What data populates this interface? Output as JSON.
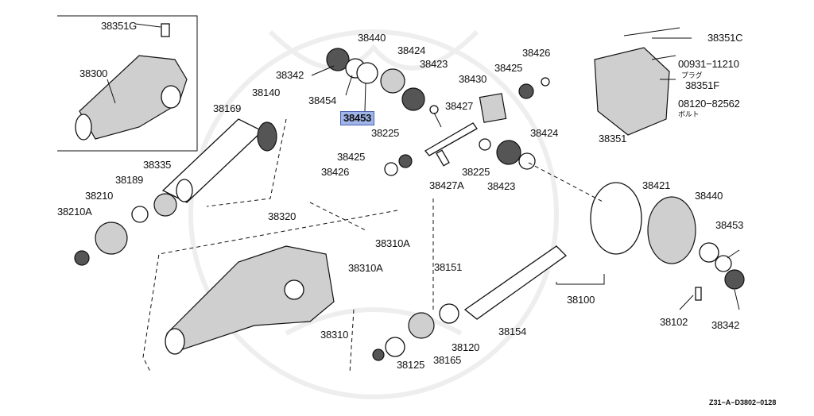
{
  "part_numbers": {
    "p38351G": "38351G",
    "p38300": "38300",
    "p38342_top": "38342",
    "p38440_top": "38440",
    "p38424_top": "38424",
    "p38423_top": "38423",
    "p38426_top": "38426",
    "p38454": "38454",
    "p38453_selected": "38453",
    "p38430": "38430",
    "p38425_top": "38425",
    "p38427": "38427",
    "p38225_top": "38225",
    "p38169": "38169",
    "p38140": "38140",
    "p38425_mid": "38425",
    "p38426_mid": "38426",
    "p38225_mid": "38225",
    "p38427A": "38427A",
    "p38424_mid": "38424",
    "p38423_mid": "38423",
    "p38335": "38335",
    "p38189": "38189",
    "p38210": "38210",
    "p38210A": "38210A",
    "p38320": "38320",
    "p38310A_top": "38310A",
    "p38310A_bottom": "38310A",
    "p38310": "38310",
    "p38151": "38151",
    "p38154": "38154",
    "p38120": "38120",
    "p38125": "38125",
    "p38165": "38165",
    "p38100": "38100",
    "p38421": "38421",
    "p38440_right": "38440",
    "p38453_right": "38453",
    "p38102": "38102",
    "p38342_right": "38342",
    "p38351C": "38351C",
    "p00931": "00931−11210",
    "p00931_note": "プラグ",
    "p38351F": "38351F",
    "p08120": "08120−82562",
    "p08120_note": "ボルト",
    "p38351": "38351"
  },
  "diagram_code": "Z31−A−D3802−0128",
  "colors": {
    "highlight_fill": "#9fb4e8",
    "highlight_border": "#4a5fb0",
    "ink": "#111111"
  }
}
